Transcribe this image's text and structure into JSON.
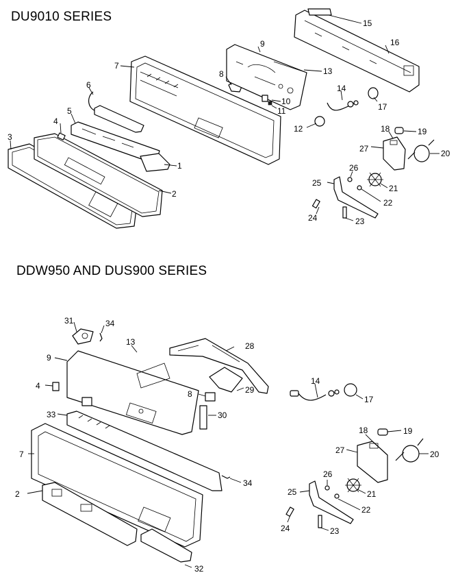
{
  "sections": [
    {
      "title": "DU9010 SERIES",
      "callouts": [
        "1",
        "2",
        "3",
        "4",
        "5",
        "6",
        "7",
        "8",
        "9",
        "10",
        "11",
        "12",
        "13",
        "14",
        "15",
        "16",
        "17",
        "18",
        "19",
        "20",
        "21",
        "22",
        "23",
        "24",
        "25",
        "26",
        "27"
      ]
    },
    {
      "title": "DDW950 AND DUS900 SERIES",
      "callouts": [
        "2",
        "4",
        "7",
        "8",
        "9",
        "13",
        "14",
        "17",
        "18",
        "19",
        "20",
        "21",
        "22",
        "23",
        "24",
        "25",
        "26",
        "27",
        "28",
        "29",
        "30",
        "31",
        "32",
        "33",
        "34",
        "34"
      ]
    }
  ]
}
